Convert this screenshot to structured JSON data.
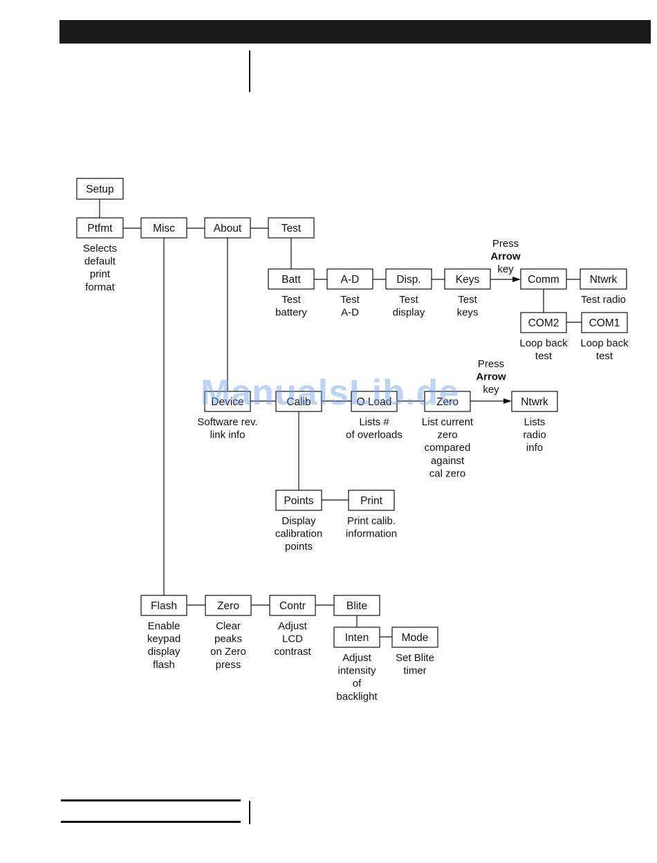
{
  "watermark": "ManualsLib.de",
  "nodes": {
    "setup": {
      "label": "Setup"
    },
    "ptfmt": {
      "label": "Ptfmt",
      "desc": [
        "Selects",
        "default",
        "print",
        "format"
      ]
    },
    "misc": {
      "label": "Misc"
    },
    "about": {
      "label": "About"
    },
    "test": {
      "label": "Test"
    },
    "batt": {
      "label": "Batt",
      "desc": [
        "Test",
        "battery"
      ]
    },
    "ad": {
      "label": "A-D",
      "desc": [
        "Test",
        "A-D"
      ]
    },
    "disp": {
      "label": "Disp.",
      "desc": [
        "Test",
        "display"
      ]
    },
    "keys": {
      "label": "Keys",
      "desc": [
        "Test",
        "keys"
      ]
    },
    "comm": {
      "label": "Comm"
    },
    "ntwrk1": {
      "label": "Ntwrk",
      "desc": [
        "Test radio"
      ]
    },
    "com2": {
      "label": "COM2",
      "desc": [
        "Loop back",
        "test"
      ]
    },
    "com1": {
      "label": "COM1",
      "desc": [
        "Loop back",
        "test"
      ]
    },
    "device": {
      "label": "Device",
      "desc": [
        "Software rev.",
        "link info"
      ]
    },
    "calib": {
      "label": "Calib"
    },
    "oload": {
      "label": "O Load",
      "desc": [
        "Lists #",
        "of overloads"
      ]
    },
    "zero1": {
      "label": "Zero",
      "desc": [
        "List current",
        "zero",
        "compared",
        "against",
        "cal zero"
      ]
    },
    "ntwrk2": {
      "label": "Ntwrk",
      "desc": [
        "Lists",
        "radio",
        "info"
      ]
    },
    "points": {
      "label": "Points",
      "desc": [
        "Display",
        "calibration",
        "points"
      ]
    },
    "print": {
      "label": "Print",
      "desc": [
        "Print calib.",
        "information"
      ]
    },
    "flash": {
      "label": "Flash",
      "desc": [
        "Enable",
        "keypad",
        "display",
        "flash"
      ]
    },
    "zero2": {
      "label": "Zero",
      "desc": [
        "Clear",
        "peaks",
        "on Zero",
        "press"
      ]
    },
    "contr": {
      "label": "Contr",
      "desc": [
        "Adjust",
        "LCD",
        "contrast"
      ]
    },
    "blite": {
      "label": "Blite"
    },
    "inten": {
      "label": "Inten",
      "desc": [
        "Adjust",
        "intensity",
        "of",
        "backlight"
      ]
    },
    "mode": {
      "label": "Mode",
      "desc": [
        "Set Blite",
        "timer"
      ]
    }
  },
  "arrow_notes": {
    "comm": [
      "Press",
      "Arrow",
      "key"
    ],
    "ntwrk2": [
      "Press",
      "Arrow",
      "key"
    ]
  }
}
